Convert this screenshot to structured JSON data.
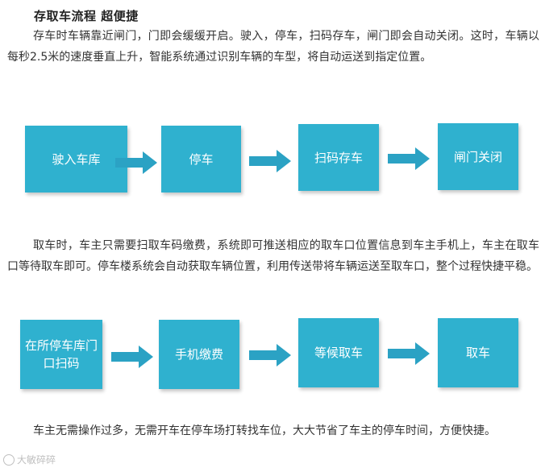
{
  "heading": "存取车流程  超便捷",
  "paragraphs": {
    "p1": "存车时车辆靠近闸门，门即会缓缓开启。驶入，停车，扫码存车，闸门即会自动关闭。这时，车辆以每秒2.5米的速度垂直上升，智能系统通过识别车辆的车型，将自动运送到指定位置。",
    "p2": "取车时，车主只需要扫取车码缴费，系统即可推送相应的取车口位置信息到车主手机上，车主在取车口等待取车即可。停车楼系统会自动获取车辆位置，利用传送带将车辆运送至取车口，整个过程快捷平稳。",
    "p3": "车主无需操作过多，无需开车在停车场打转找车位，大大节省了车主的停车时间，方便快捷。"
  },
  "flow_store": [
    "驶入车库",
    "停车",
    "扫码存车",
    "闸门关闭"
  ],
  "flow_retrieve": [
    "在所停车库门口扫码",
    "手机缴费",
    "等候取车",
    "取车"
  ],
  "colors": {
    "box": "#2fb1cf",
    "arrow": "#2ba2c4",
    "text": "#333333"
  },
  "watermark": "大敏碎碎"
}
